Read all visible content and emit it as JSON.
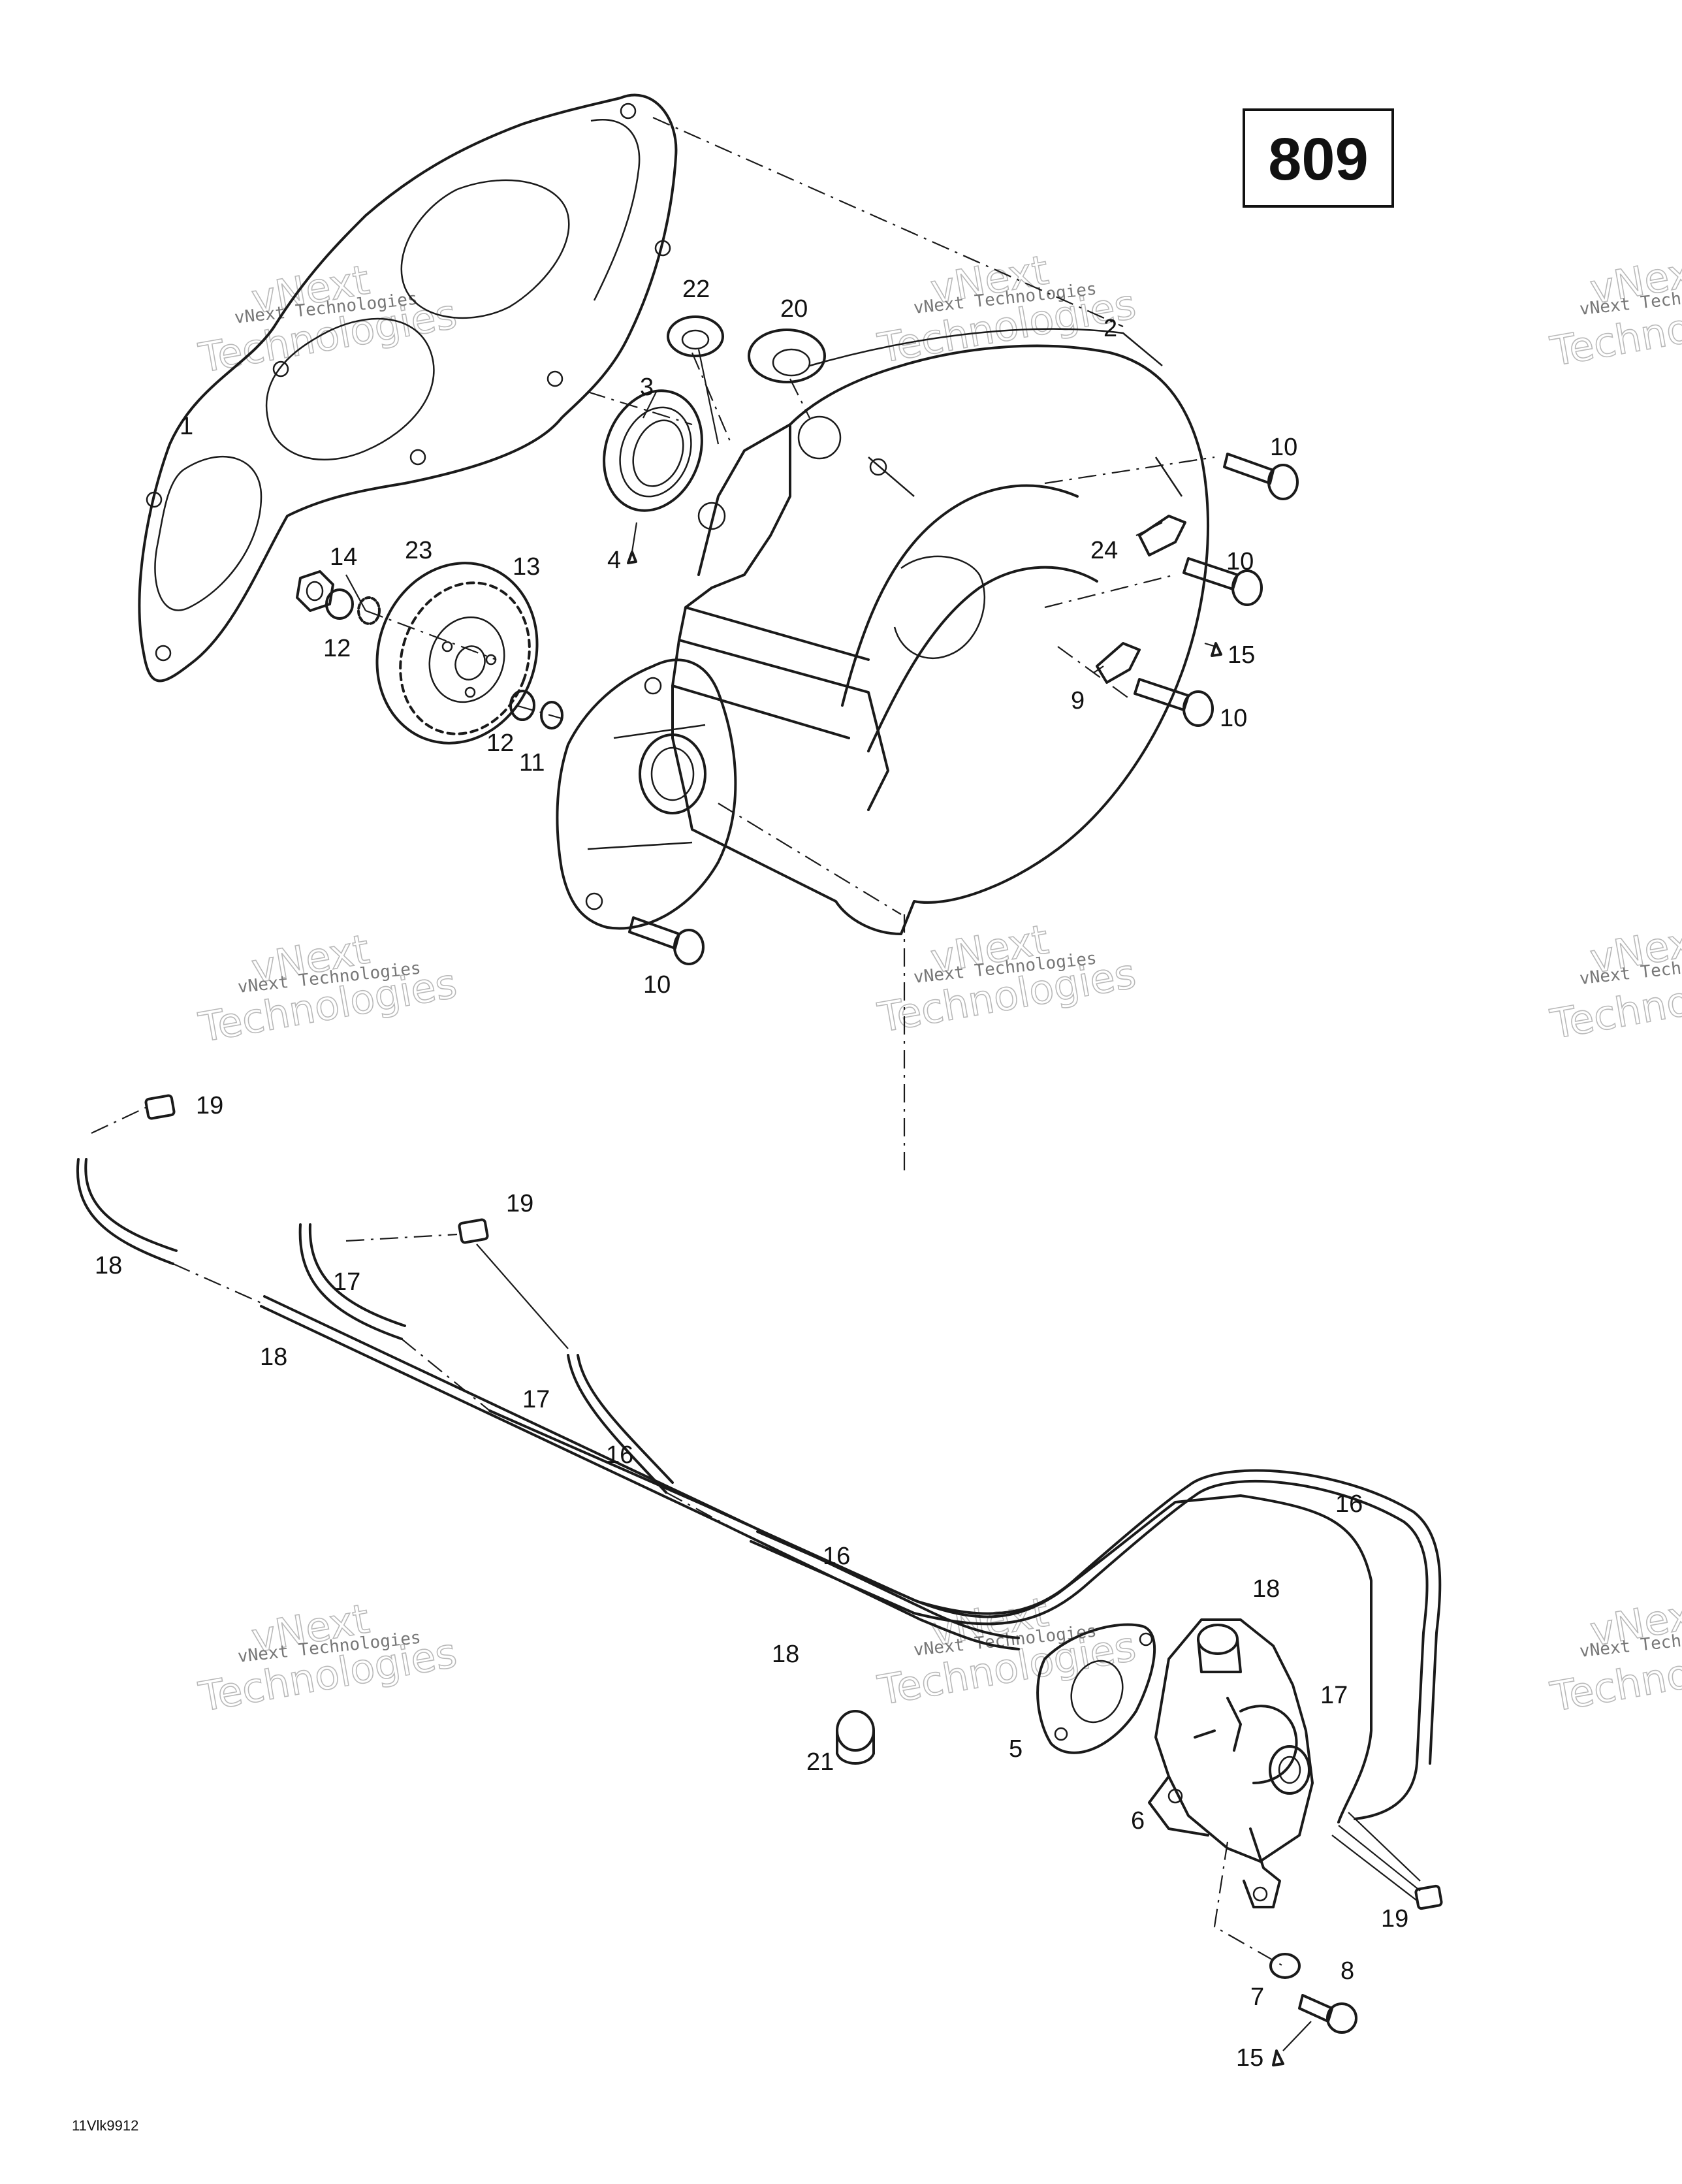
{
  "page_number": "809",
  "drawing_code": "11Vlk9912",
  "watermark": {
    "line1": "vNext Technologies",
    "outline_word1": "vNext",
    "outline_word2": "Technologies"
  },
  "callouts": [
    {
      "id": "c-1",
      "label": "1"
    },
    {
      "id": "c-2",
      "label": "2"
    },
    {
      "id": "c-3",
      "label": "3"
    },
    {
      "id": "c-4",
      "label": "4"
    },
    {
      "id": "c-5",
      "label": "5"
    },
    {
      "id": "c-6",
      "label": "6"
    },
    {
      "id": "c-7",
      "label": "7"
    },
    {
      "id": "c-8",
      "label": "8"
    },
    {
      "id": "c-9",
      "label": "9"
    },
    {
      "id": "c-10a",
      "label": "10"
    },
    {
      "id": "c-10b",
      "label": "10"
    },
    {
      "id": "c-10c",
      "label": "10"
    },
    {
      "id": "c-10d",
      "label": "10"
    },
    {
      "id": "c-11",
      "label": "11"
    },
    {
      "id": "c-12a",
      "label": "12"
    },
    {
      "id": "c-12b",
      "label": "12"
    },
    {
      "id": "c-13",
      "label": "13"
    },
    {
      "id": "c-14",
      "label": "14"
    },
    {
      "id": "c-15a",
      "label": "15"
    },
    {
      "id": "c-15b",
      "label": "15"
    },
    {
      "id": "c-16a",
      "label": "16"
    },
    {
      "id": "c-16b",
      "label": "16"
    },
    {
      "id": "c-16c",
      "label": "16"
    },
    {
      "id": "c-17a",
      "label": "17"
    },
    {
      "id": "c-17b",
      "label": "17"
    },
    {
      "id": "c-17c",
      "label": "17"
    },
    {
      "id": "c-18a",
      "label": "18"
    },
    {
      "id": "c-18b",
      "label": "18"
    },
    {
      "id": "c-18c",
      "label": "18"
    },
    {
      "id": "c-18d",
      "label": "18"
    },
    {
      "id": "c-19a",
      "label": "19"
    },
    {
      "id": "c-19b",
      "label": "19"
    },
    {
      "id": "c-19c",
      "label": "19"
    },
    {
      "id": "c-20",
      "label": "20"
    },
    {
      "id": "c-21",
      "label": "21"
    },
    {
      "id": "c-22",
      "label": "22"
    },
    {
      "id": "c-23",
      "label": "23"
    },
    {
      "id": "c-24",
      "label": "24"
    }
  ]
}
